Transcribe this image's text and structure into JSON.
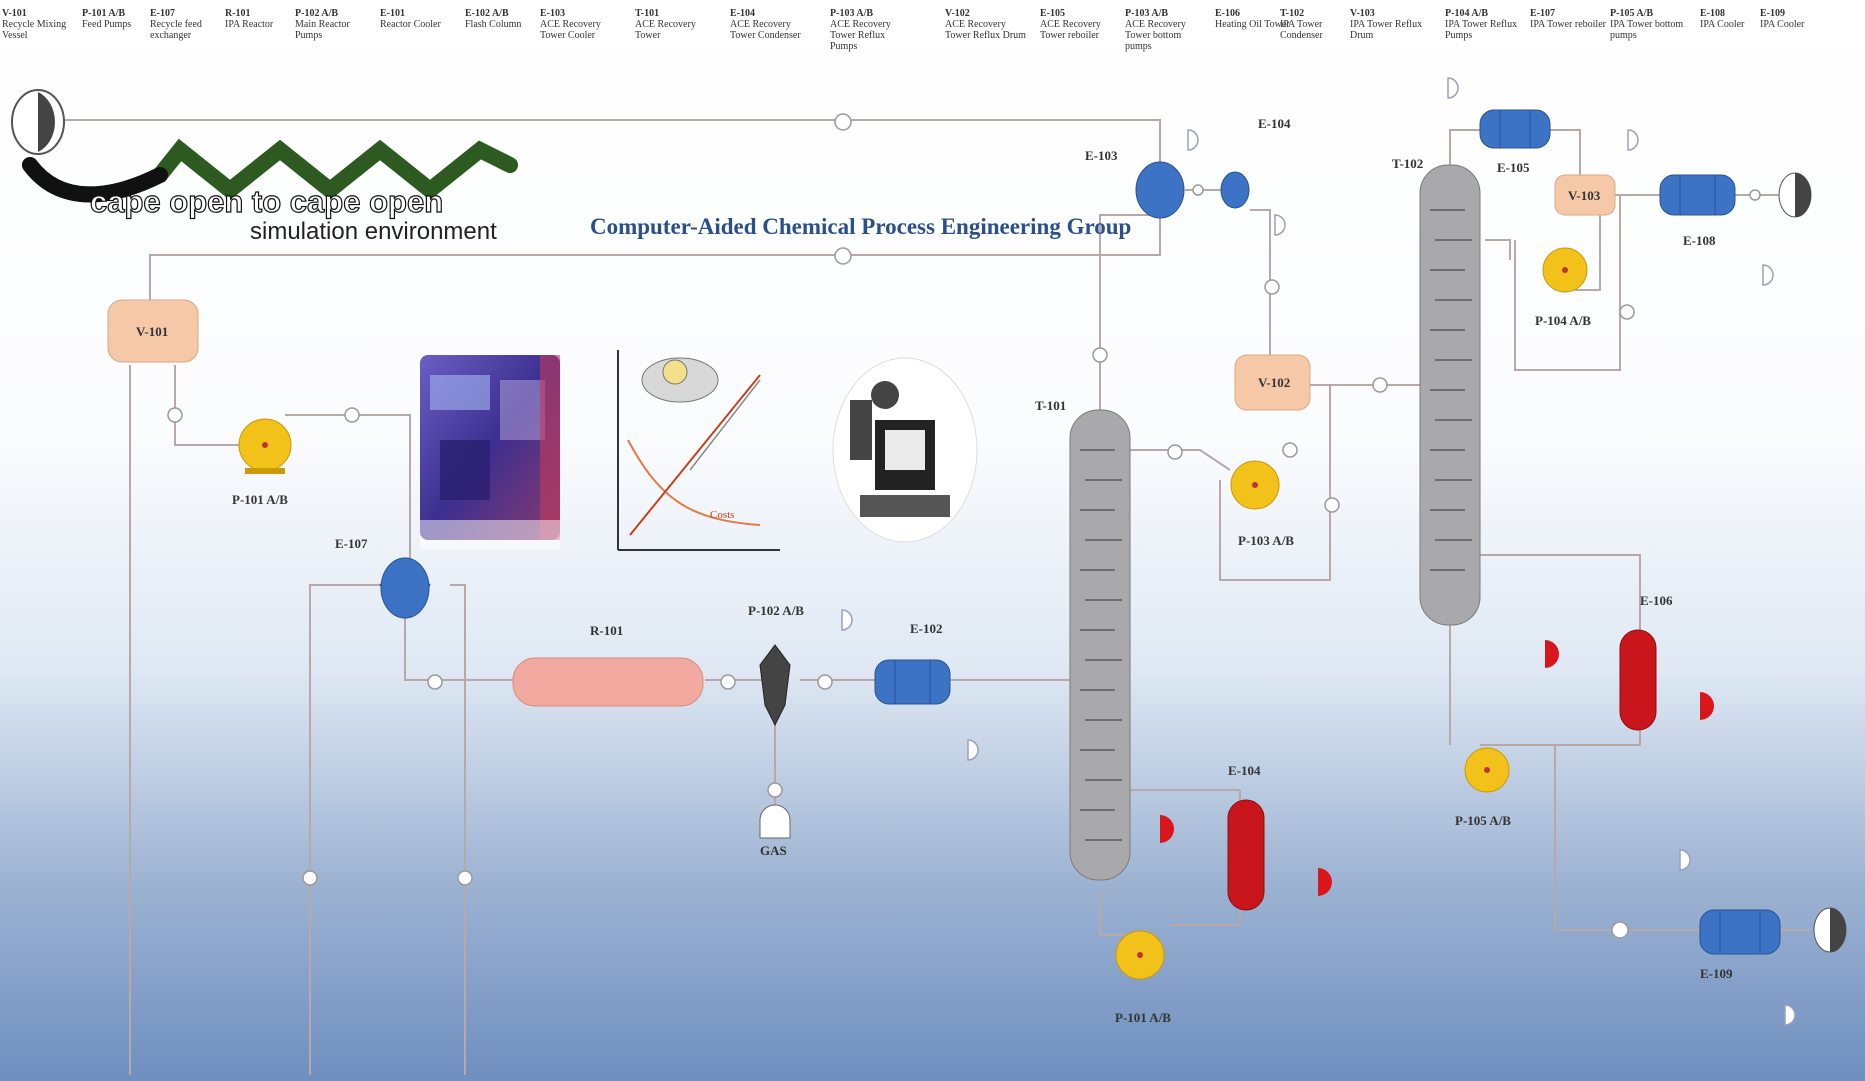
{
  "legend": [
    {
      "tag": "V-101",
      "desc": "Recycle Mixing Vessel"
    },
    {
      "tag": "P-101 A/B",
      "desc": "Feed Pumps"
    },
    {
      "tag": "E-107",
      "desc": "Recycle feed exchanger"
    },
    {
      "tag": "R-101",
      "desc": "IPA Reactor"
    },
    {
      "tag": "P-102 A/B",
      "desc": "Main Reactor Pumps"
    },
    {
      "tag": "E-101",
      "desc": "Reactor Cooler"
    },
    {
      "tag": "E-102 A/B",
      "desc": "Flash Column"
    },
    {
      "tag": "E-103",
      "desc": "ACE Recovery Tower Cooler"
    },
    {
      "tag": "T-101",
      "desc": "ACE Recovery Tower"
    },
    {
      "tag": "E-104",
      "desc": "ACE Recovery Tower Condenser"
    },
    {
      "tag": "P-103 A/B",
      "desc": "ACE Recovery Tower Reflux Pumps"
    },
    {
      "tag": "V-102",
      "desc": "ACE Recovery Tower Reflux Drum"
    },
    {
      "tag": "E-105",
      "desc": "ACE Recovery Tower reboiler"
    },
    {
      "tag": "P-103 A/B",
      "desc": "ACE Recovery Tower bottom pumps"
    },
    {
      "tag": "E-106",
      "desc": "Heating Oil Tower"
    },
    {
      "tag": "T-102",
      "desc": "IPA Tower Condenser"
    },
    {
      "tag": "V-103",
      "desc": "IPA Tower Reflux Drum"
    },
    {
      "tag": "P-104 A/B",
      "desc": "IPA Tower Reflux Pumps"
    },
    {
      "tag": "E-107",
      "desc": "IPA Tower reboiler"
    },
    {
      "tag": "P-105 A/B",
      "desc": "IPA Tower bottom pumps"
    },
    {
      "tag": "E-108",
      "desc": "IPA Cooler"
    },
    {
      "tag": "E-109",
      "desc": "IPA Cooler"
    }
  ],
  "logo": {
    "line1": "cape open to cape open",
    "line2": "simulation environment"
  },
  "group_title": "Computer-Aided Chemical Process Engineering Group",
  "chart_caption": "Costs",
  "labels": {
    "v101": "V-101",
    "p101": "P-101 A/B",
    "e107": "E-107",
    "r101": "R-101",
    "p102": "P-102 A/B",
    "e102": "E-102",
    "t101": "T-101",
    "e103": "E-103",
    "e104_top": "E-104",
    "v102": "V-102",
    "p103": "P-103 A/B",
    "e104": "E-104",
    "p101b": "P-101 A/B",
    "t102": "T-102",
    "e105": "E-105",
    "v103": "V-103",
    "p104": "P-104 A/B",
    "e108": "E-108",
    "e106": "E-106",
    "p105": "P-105 A/B",
    "e109": "E-109",
    "gas": "GAS"
  },
  "colors": {
    "vessel": "#f5c9a8",
    "pump": "#f2c21a",
    "exchanger": "#3d73c4",
    "reboiler": "#c8161c",
    "column": "#a9a9ab",
    "reactor": "#f2aaa0"
  }
}
